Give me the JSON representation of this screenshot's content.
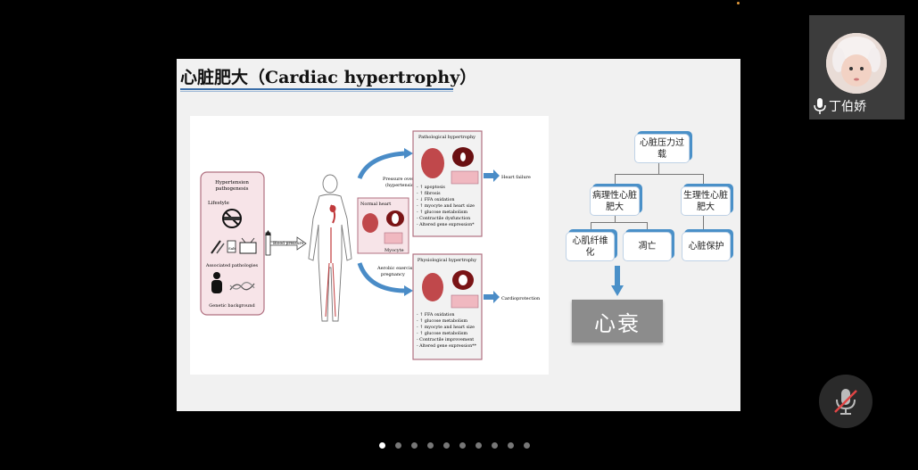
{
  "slide": {
    "title": "心脏肥大（Cardiac hypertrophy）"
  },
  "figure": {
    "hypertension_box": {
      "title1": "Hypertension",
      "title2": "pathogenesis",
      "lifestyle": "Lifestyle",
      "salt": "Salt",
      "associated": "Associated pathologies",
      "genetic": "Genetic background"
    },
    "blood_pressure": "Blood pressure",
    "pressure_overload": [
      "Pressure overload",
      "(hypertension)"
    ],
    "aerobic": [
      "Aerobic exercise and",
      "pregnancy"
    ],
    "normal_heart": "Normal heart",
    "myocyte": "Myocyte",
    "pathological": {
      "title": "Pathological hypertrophy",
      "items": [
        "- ↑ apoptosis",
        "- ↑ fibrosis",
        "- ↓ FFA oxidation",
        "- ↑ myocyte and heart size",
        "- ↑ glucose metabolism",
        "- Contractile dysfunction",
        "- Altered gene expression*"
      ]
    },
    "physiological": {
      "title": "Physiological hypertrophy",
      "items": [
        "- ↑ FFA oxidation",
        "- ↑ glucose metabolism",
        "- ↑ myocyte and heart size",
        "- ↑ glucose metabolism",
        "- Contractile improvement",
        "- Altered gene expression**"
      ]
    },
    "heart_failure": "Heart failure",
    "cardioprotection": "Cardioprotection"
  },
  "flowchart": {
    "root": "心脏压力过载",
    "left": "病理性心脏肥大",
    "right": "生理性心脏肥大",
    "leaf1": "心肌纤维化",
    "leaf2": "凋亡",
    "leaf3": "心脏保护",
    "outcome": "心衰"
  },
  "participant": {
    "name": "丁伯娇"
  },
  "pager": {
    "total": 10,
    "active": 0
  },
  "colors": {
    "accent": "#4a90c8",
    "background": "#000000",
    "slide": "#f1f1f1",
    "pink": "#f7e4e8"
  }
}
